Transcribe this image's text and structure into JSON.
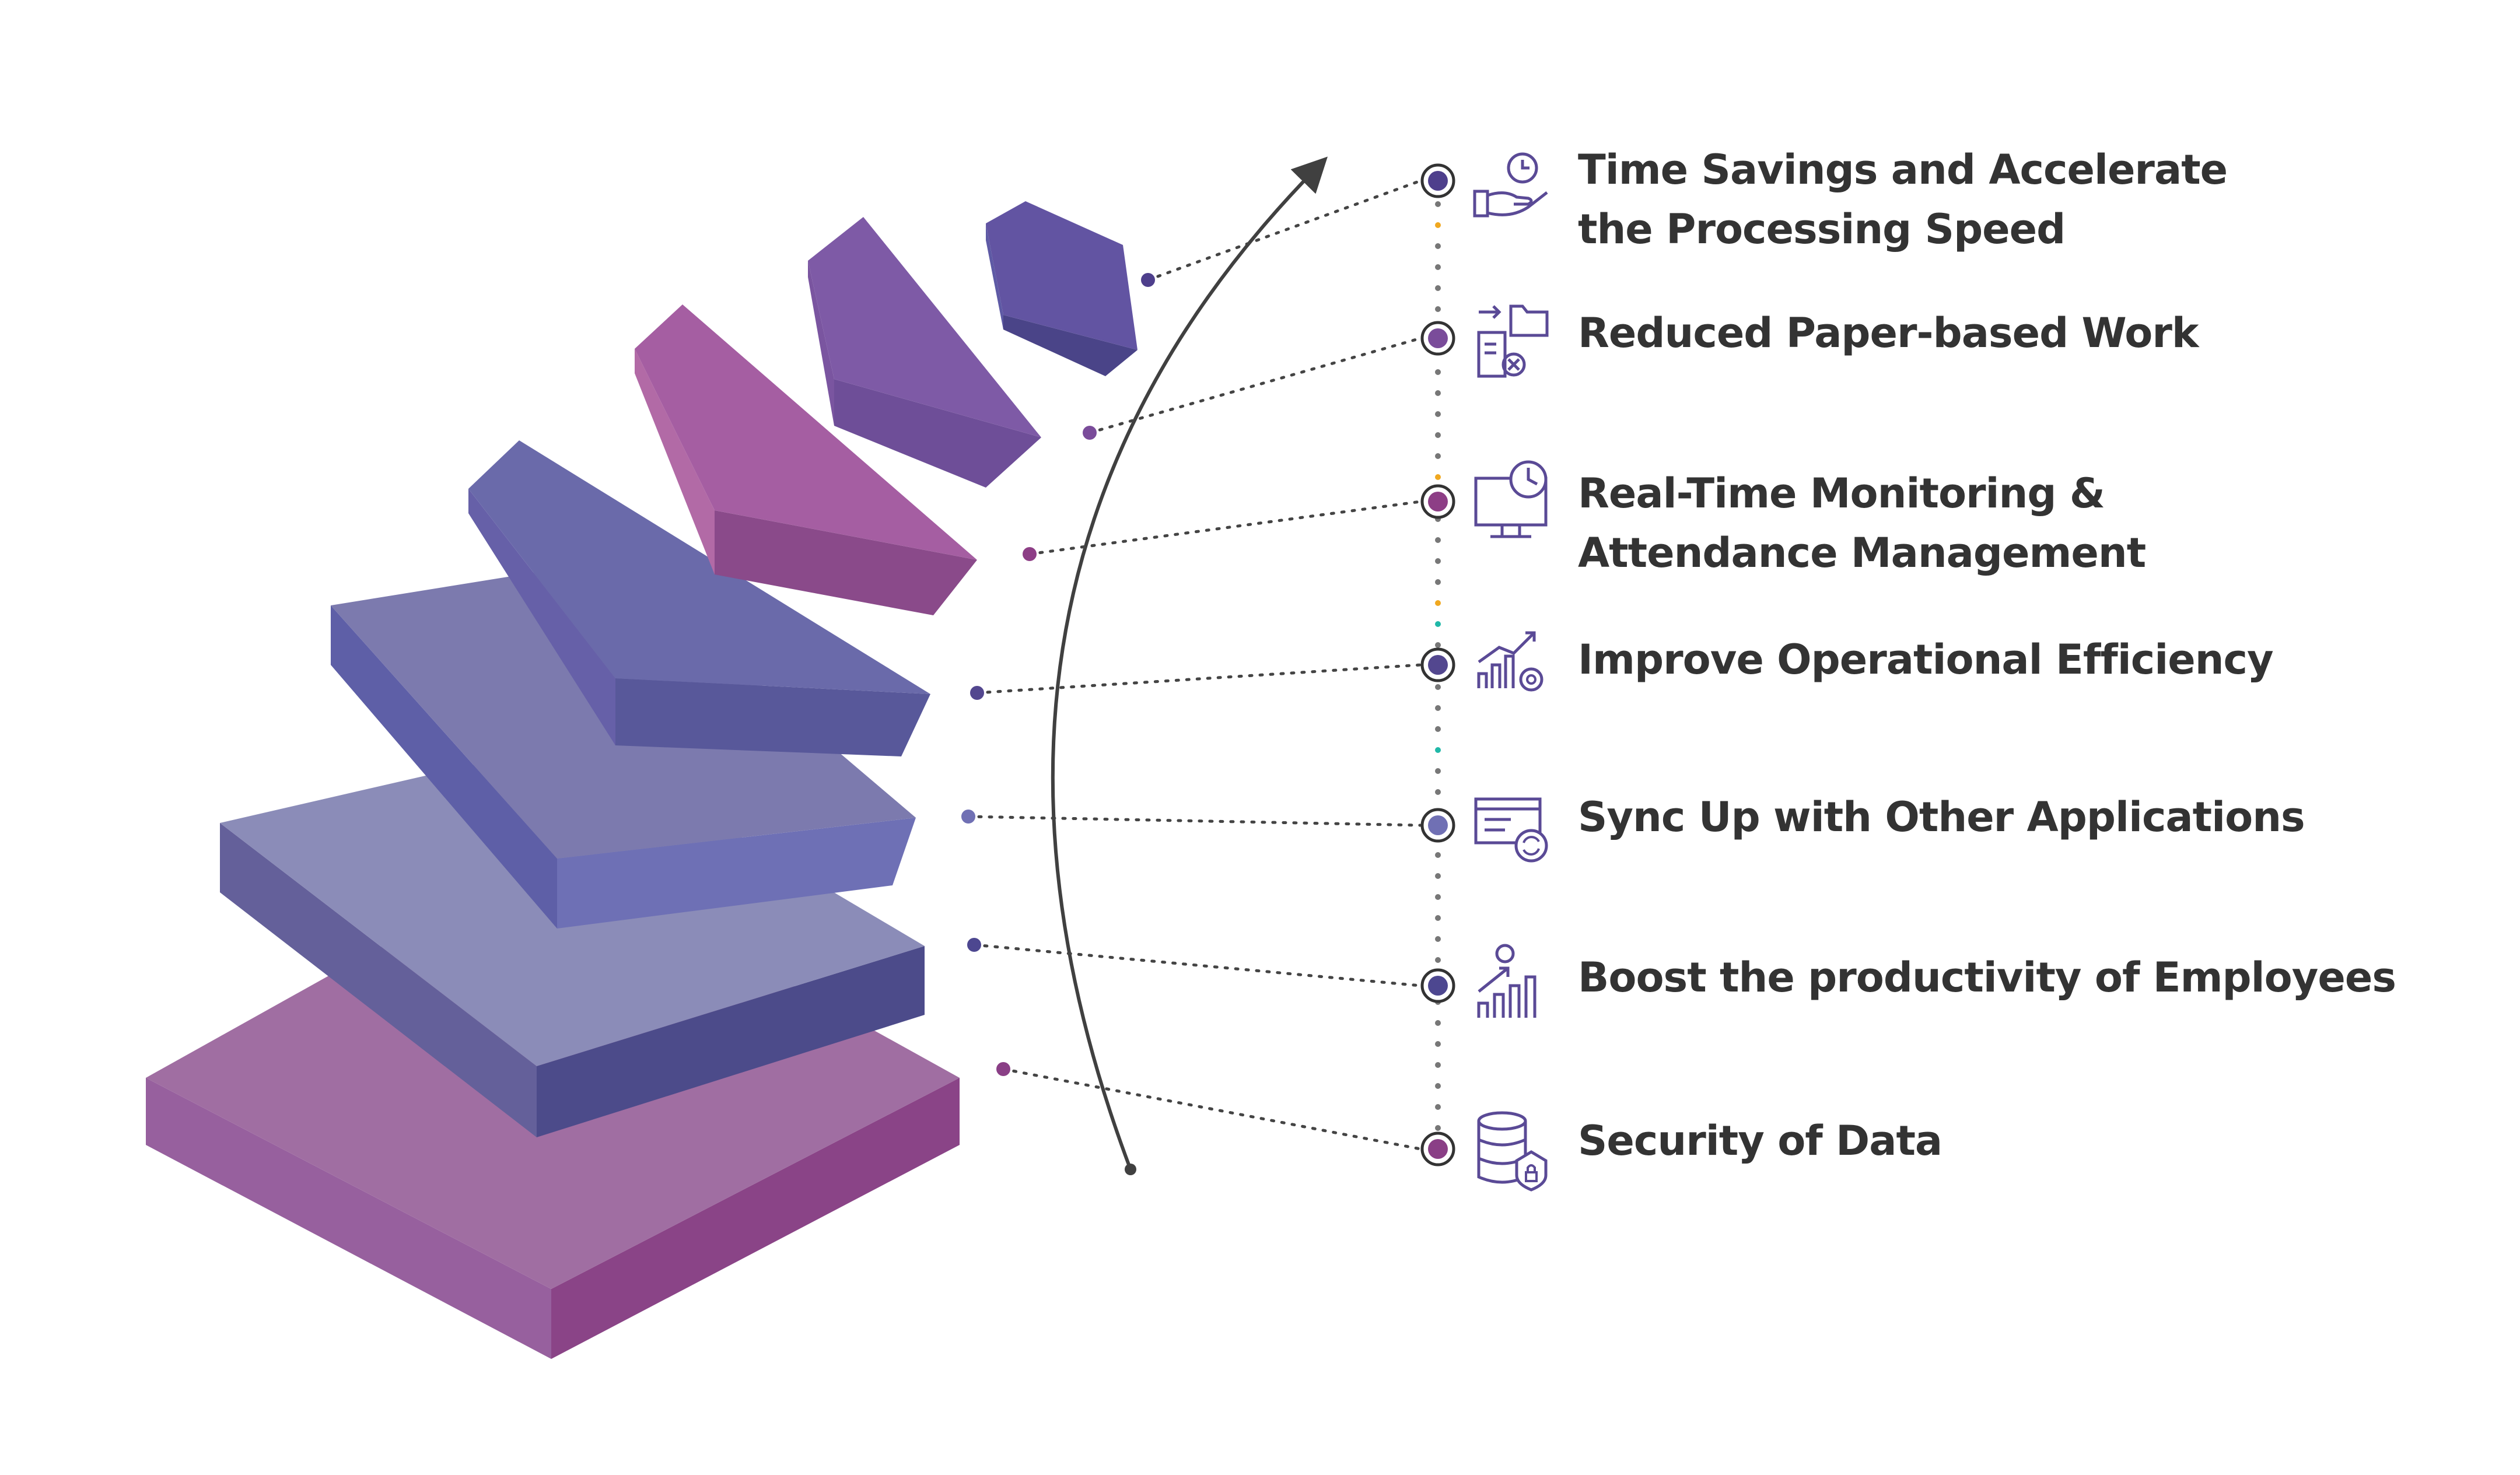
{
  "benefits": [
    {
      "line1": "Time Savings and Accelerate",
      "line2": "the Processing Speed",
      "icon": "hand-clock-icon",
      "dot_color": "#4e3f8c"
    },
    {
      "line1": "Reduced Paper-based Work",
      "line2": "",
      "icon": "document-folder-icon",
      "dot_color": "#7a4c9a"
    },
    {
      "line1": "Real-Time Monitoring &",
      "line2": "Attendance Management",
      "icon": "monitor-clock-icon",
      "dot_color": "#8d3e86"
    },
    {
      "line1": "Improve Operational Efficiency",
      "line2": "",
      "icon": "growth-chart-gear-icon",
      "dot_color": "#53478f"
    },
    {
      "line1": "Sync Up with Other Applications",
      "line2": "",
      "icon": "browser-sync-icon",
      "dot_color": "#7070b4"
    },
    {
      "line1": "Boost the productivity of Employees",
      "line2": "",
      "icon": "productivity-chart-icon",
      "dot_color": "#4d4790"
    },
    {
      "line1": "Security of Data",
      "line2": "",
      "icon": "database-lock-icon",
      "dot_color": "#8a3f86"
    }
  ],
  "colors": {
    "text": "#333333",
    "icon_stroke": "#5a4a96",
    "arrow": "#404040",
    "timeline_dot": "#777777",
    "timeline_accent_orange": "#f0a820",
    "timeline_accent_teal": "#20b8a8"
  }
}
